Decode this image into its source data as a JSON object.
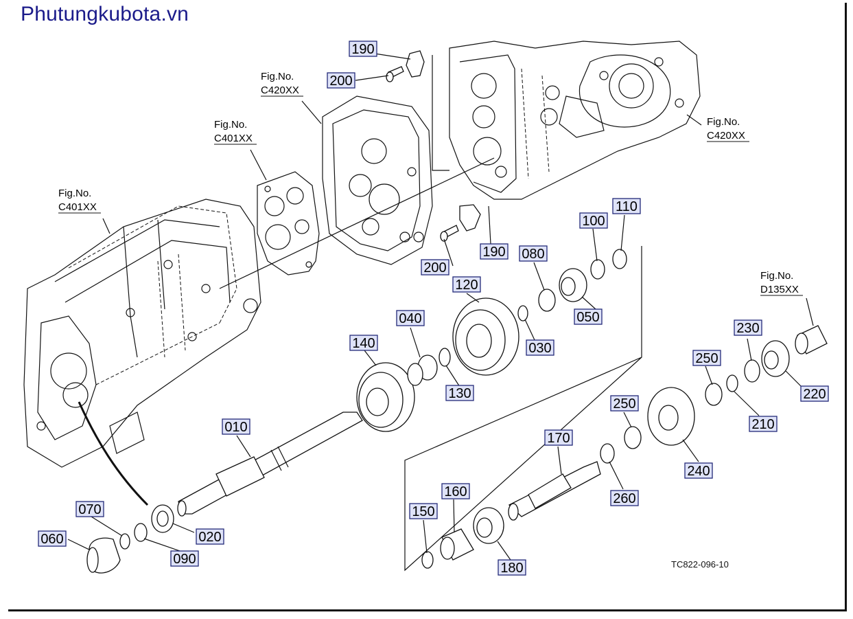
{
  "site_title": "Phutungkubota.vn",
  "diagram_code": "TC822-096-10",
  "fig_refs": [
    {
      "id": "fig-c420-top",
      "line1": "Fig.No.",
      "line2": "C420XX"
    },
    {
      "id": "fig-c401-mid",
      "line1": "Fig.No.",
      "line2": "C401XX"
    },
    {
      "id": "fig-c401-left",
      "line1": "Fig.No.",
      "line2": "C401XX"
    },
    {
      "id": "fig-c420-right",
      "line1": "Fig.No.",
      "line2": "C420XX"
    },
    {
      "id": "fig-d135",
      "line1": "Fig.No.",
      "line2": "D135XX"
    }
  ],
  "part_labels": [
    "190",
    "200",
    "190",
    "200",
    "110",
    "100",
    "080",
    "120",
    "050",
    "030",
    "040",
    "140",
    "130",
    "010",
    "230",
    "250",
    "220",
    "210",
    "250",
    "170",
    "240",
    "260",
    "070",
    "060",
    "020",
    "090",
    "160",
    "150",
    "180"
  ],
  "colors": {
    "title": "#1b1b8a",
    "label_fill": "#dfe3f8",
    "label_border": "#232a78",
    "line": "#111111"
  }
}
